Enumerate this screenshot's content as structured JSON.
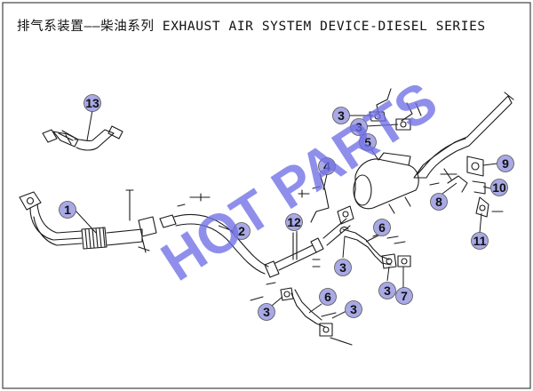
{
  "title": "排气系装置——柴油系列 EXHAUST AIR SYSTEM DEVICE-DIESEL SERIES",
  "watermark": "HOT PARTS",
  "colors": {
    "callout_fill": "#a9a9e6",
    "watermark": "#7070e6",
    "line": "#1a1a1a",
    "border": "#444444"
  },
  "callouts": [
    {
      "label": "13"
    },
    {
      "label": "1"
    },
    {
      "label": "2"
    },
    {
      "label": "3"
    },
    {
      "label": "3"
    },
    {
      "label": "5"
    },
    {
      "label": "4"
    },
    {
      "label": "12"
    },
    {
      "label": "6"
    },
    {
      "label": "3"
    },
    {
      "label": "3"
    },
    {
      "label": "7"
    },
    {
      "label": "9"
    },
    {
      "label": "8"
    },
    {
      "label": "10"
    },
    {
      "label": "11"
    },
    {
      "label": "3"
    },
    {
      "label": "6"
    },
    {
      "label": "3"
    }
  ]
}
